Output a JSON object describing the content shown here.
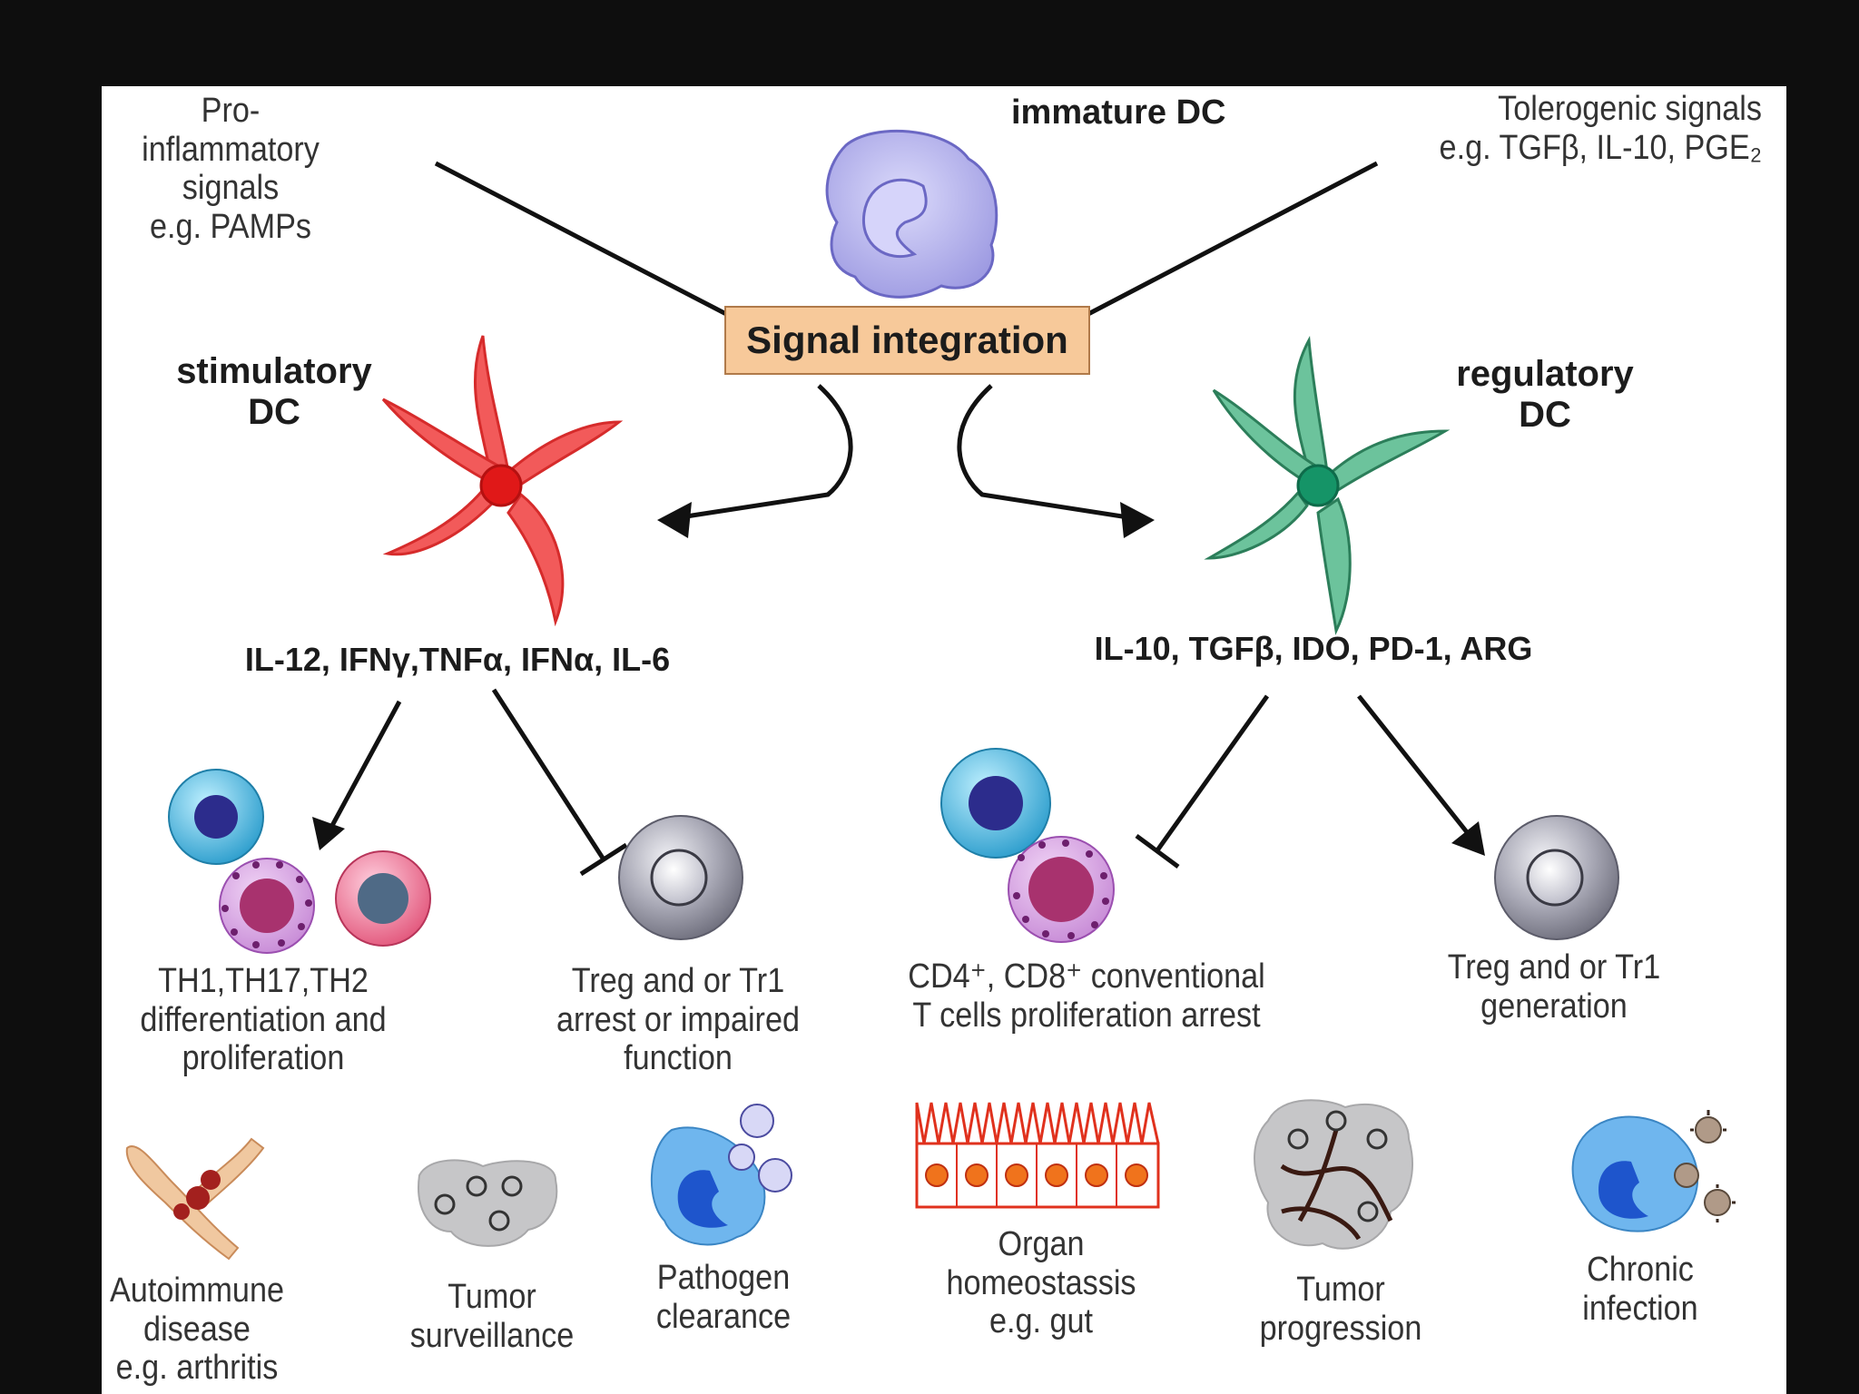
{
  "diagram": {
    "top": {
      "pro_inflammatory": "Pro-inflammatory\nsignals\ne.g. PAMPs",
      "immature_dc": "immature DC",
      "tolerogenic": "Tolerogenic signals\ne.g. TGFβ, IL-10, PGE₂",
      "signal_integration": "Signal integration"
    },
    "stimulatory": {
      "title": "stimulatory\nDC",
      "cytokines": "IL-12, IFNγ,TNFα, IFNα, IL-6",
      "outcome_left": "TH1,TH17,TH2\ndifferentiation and\nproliferation",
      "outcome_right": "Treg and or Tr1\narrest or impaired\nfunction"
    },
    "regulatory": {
      "title": "regulatory\nDC",
      "cytokines": "IL-10, TGFβ, IDO, PD-1, ARG",
      "outcome_left": "CD4⁺, CD8⁺ conventional\nT cells proliferation arrest",
      "outcome_right": "Treg and or Tr1\ngeneration"
    },
    "bottom": [
      {
        "label": "Autoimmune\ndisease\ne.g. arthritis",
        "icon": "joint-icon"
      },
      {
        "label": "Tumor\nsurveillance",
        "icon": "tumor-cells-icon"
      },
      {
        "label": "Pathogen\nclearance",
        "icon": "phagocyte-icon"
      },
      {
        "label": "Organ\nhomeostassis\ne.g. gut",
        "icon": "gut-epithelium-icon"
      },
      {
        "label": "Tumor\nprogression",
        "icon": "tumor-vessels-icon"
      },
      {
        "label": "Chronic\ninfection",
        "icon": "virus-infected-cell-icon"
      }
    ],
    "colors": {
      "stimulatory": "#e23b3b",
      "regulatory": "#3f9a72",
      "immature": "#b3b1ec",
      "signal_box": "#f7c99a",
      "lymphocyte_blue": "#38b6e6",
      "lymphocyte_purple": "#b03a8a",
      "treg_gray": "#9a9aa8"
    }
  }
}
